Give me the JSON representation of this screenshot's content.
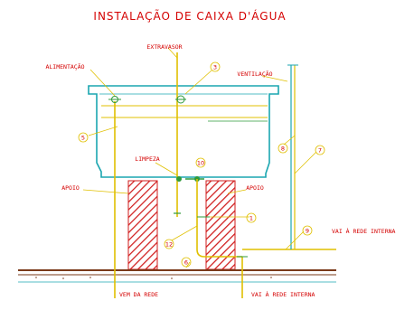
{
  "title": "INSTALAÇÃO DE CAIXA D'ÁGUA",
  "labels": {
    "extravasor": "EXTRAVASOR",
    "alimentacao": "ALIMENTAÇÃO",
    "ventilacao": "VENTILAÇÃO",
    "limpeza": "LIMPEZA",
    "apoio_left": "APOIO",
    "apoio_right": "APOIO",
    "vai_rede_interna_top": "VAI À REDE INTERNA",
    "vem_da_rede": "VEM DA REDE",
    "vai_rede_interna_bottom": "VAI À REDE INTERNA"
  },
  "callouts": {
    "c3": "3",
    "c5": "5",
    "c8": "8",
    "c7": "7",
    "c10": "10",
    "c1": "1",
    "c9": "9",
    "c12": "12",
    "c6": "6"
  },
  "colors": {
    "label_red": "#d40000",
    "tank_cyan": "#1aa6b0",
    "pipe_yellow": "#e0c000",
    "pipe_green": "#2e9a3a",
    "hatch_red": "#d01c1c",
    "ground": "#7a3a1a"
  }
}
